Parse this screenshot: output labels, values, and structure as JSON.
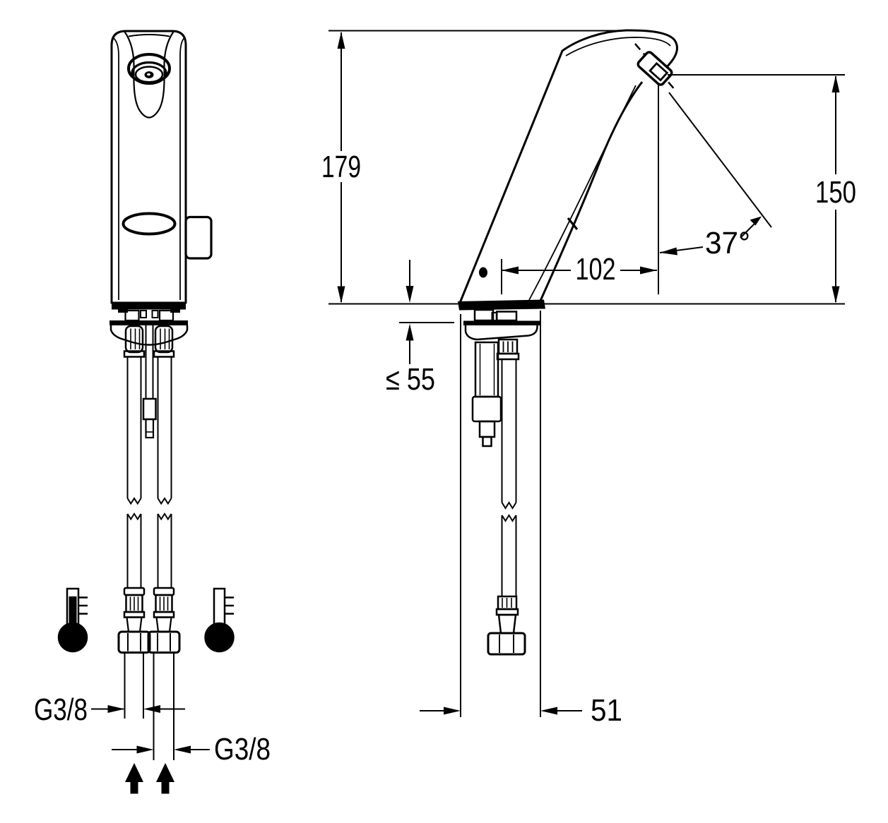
{
  "drawing": {
    "kind": "faucet-dimensional-drawing",
    "colors": {
      "line": "#000000",
      "background": "#ffffff"
    },
    "side_view": {
      "total_height": "179",
      "outlet_height": "150",
      "spray_angle": "37°",
      "reach": "102",
      "max_deck_thickness": "≤ 55",
      "base_depth": "51"
    },
    "front_view": {
      "hot_supply_thread": "G3/8",
      "cold_supply_thread": "G3/8",
      "icons": [
        "thermometer-hot-icon",
        "thermometer-cold-icon",
        "supply-inlet-arrow-up-hot",
        "supply-inlet-arrow-up-cold"
      ]
    }
  }
}
